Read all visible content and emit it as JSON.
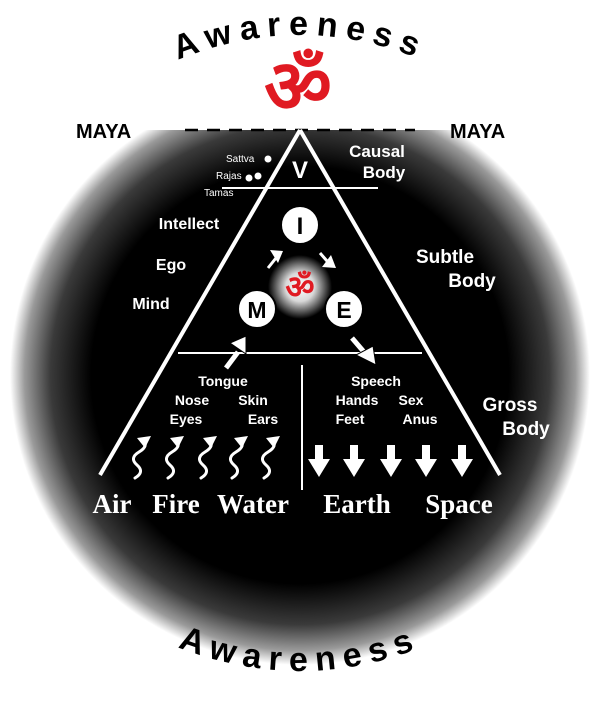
{
  "arc_top": "Awareness",
  "arc_bottom": "Awareness",
  "om_symbol": "ॐ",
  "maya_left": "MAYA",
  "maya_right": "MAYA",
  "gunas": [
    "Sattva",
    "Rajas",
    "Tamas"
  ],
  "apex_letter": "V",
  "causal_body": [
    "Causal",
    "Body"
  ],
  "subtle_body": [
    "Subtle",
    "Body"
  ],
  "gross_body": [
    "Gross",
    "Body"
  ],
  "inner_faculties": [
    "Intellect",
    "Ego",
    "Mind"
  ],
  "circles": {
    "intellect": "I",
    "mind": "M",
    "ego": "E"
  },
  "senses_left": [
    "Tongue",
    "Nose",
    "Skin",
    "Eyes",
    "Ears"
  ],
  "senses_right": [
    "Speech",
    "Hands",
    "Sex",
    "Feet",
    "Anus"
  ],
  "elements": [
    "Air",
    "Fire",
    "Water",
    "Earth",
    "Space"
  ],
  "colors": {
    "om_red": "#e01a22",
    "black": "#000000",
    "white": "#ffffff"
  }
}
